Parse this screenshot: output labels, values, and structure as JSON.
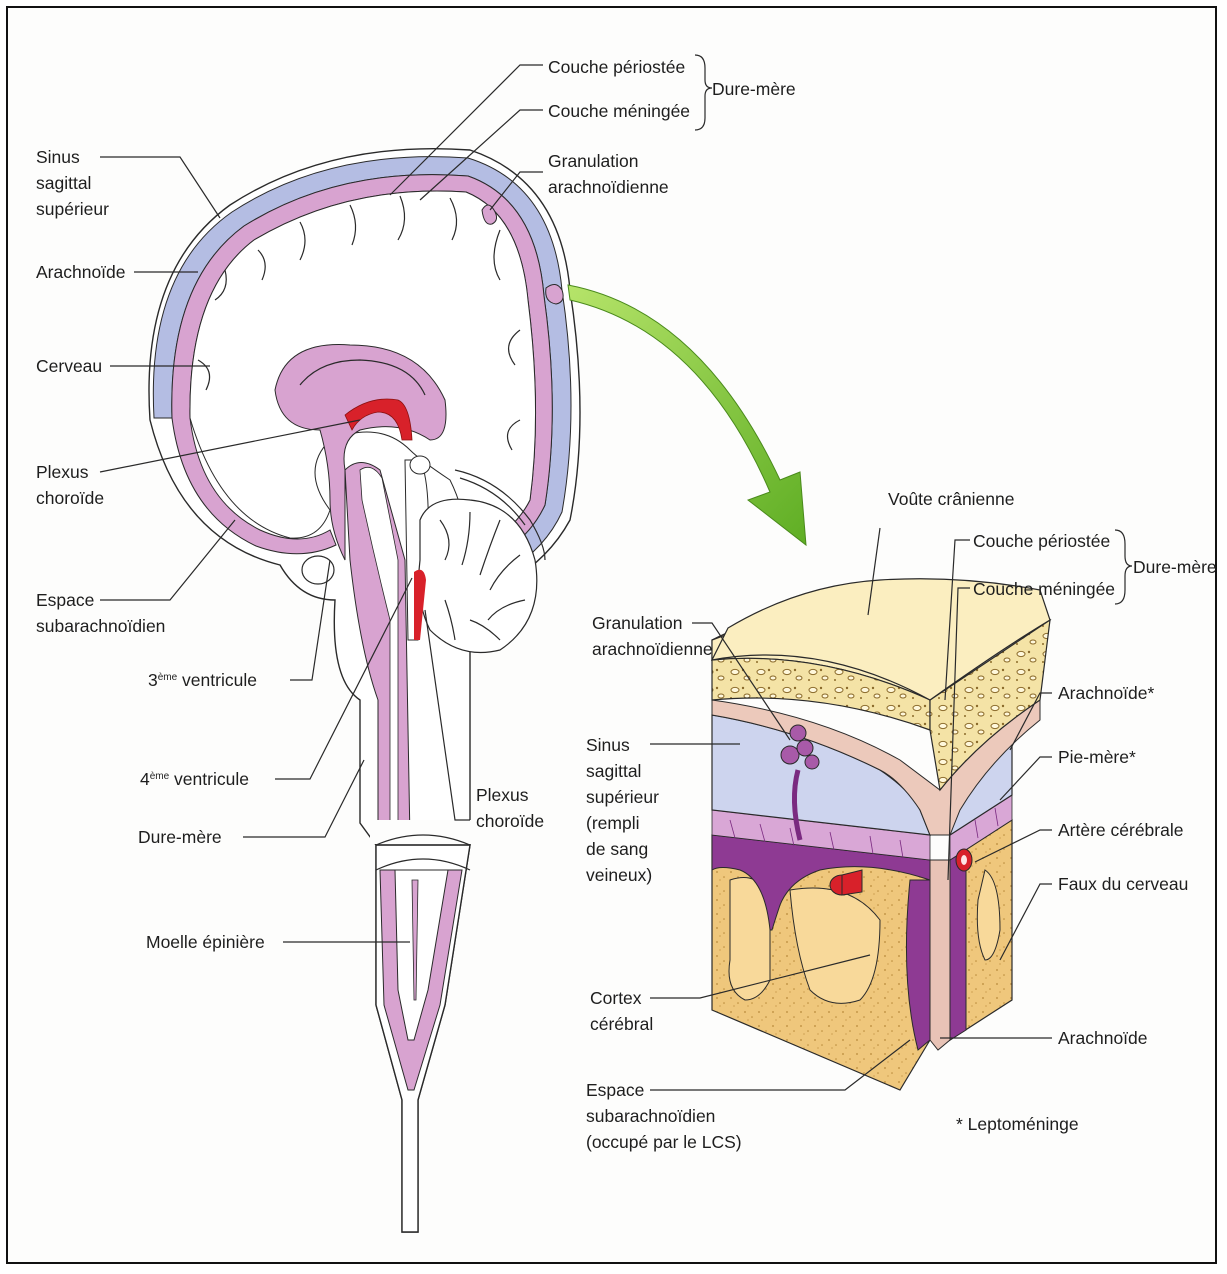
{
  "brain": {
    "periosteal_layer": "Couche périostée",
    "meningeal_layer": "Couche méningée",
    "dura_mater_group": "Dure-mère",
    "sagittal_sinus": [
      "Sinus",
      "sagittal",
      "supérieur"
    ],
    "arachnoid_granulation": [
      "Granulation",
      "arachnoïdienne"
    ],
    "arachnoid": "Arachnoïde",
    "cerebrum": "Cerveau",
    "choroid_plexus_left": [
      "Plexus",
      "choroïde"
    ],
    "subarachnoid_space": [
      "Espace",
      "subarachnoïdien"
    ],
    "third_ventricle": {
      "num": "3",
      "sup": "ème",
      "text": " ventricule"
    },
    "fourth_ventricle": {
      "num": "4",
      "sup": "ème",
      "text": " ventricule"
    },
    "choroid_plexus_right": [
      "Plexus",
      "choroïde"
    ],
    "dura_mater": "Dure-mère",
    "spinal_cord": "Moelle épinière"
  },
  "detail": {
    "skull": "Voûte crânienne",
    "periosteal_layer": "Couche périostée",
    "meningeal_layer": "Couche méningée",
    "dura_mater_group": "Dure-mère",
    "arachnoid_granulation": [
      "Granulation",
      "arachnoïdienne"
    ],
    "arachnoid_star": "Arachnoïde*",
    "pia_mater_star": "Pie-mère*",
    "sagittal_sinus": [
      "Sinus",
      "sagittal",
      "supérieur",
      "(rempli",
      "de sang",
      "veineux)"
    ],
    "cerebral_artery": "Artère cérébrale",
    "falx_cerebri": "Faux du cerveau",
    "cerebral_cortex": [
      "Cortex",
      "cérébral"
    ],
    "arachnoid": "Arachnoïde",
    "subarachnoid_space": [
      "Espace",
      "subarachnoïdien",
      "(occupé par le LCS)"
    ],
    "footnote": "* Leptoméninge"
  },
  "colors": {
    "sinus_blue": "#b4bde3",
    "membrane_pink": "#d8a3d0",
    "vessel_red": "#d8212a",
    "pia_purple": "#7a2a80",
    "bone_yellow": "#f5e6ad",
    "cortex_orange": "#f0c87a",
    "arrow_green": "#7cc832"
  }
}
